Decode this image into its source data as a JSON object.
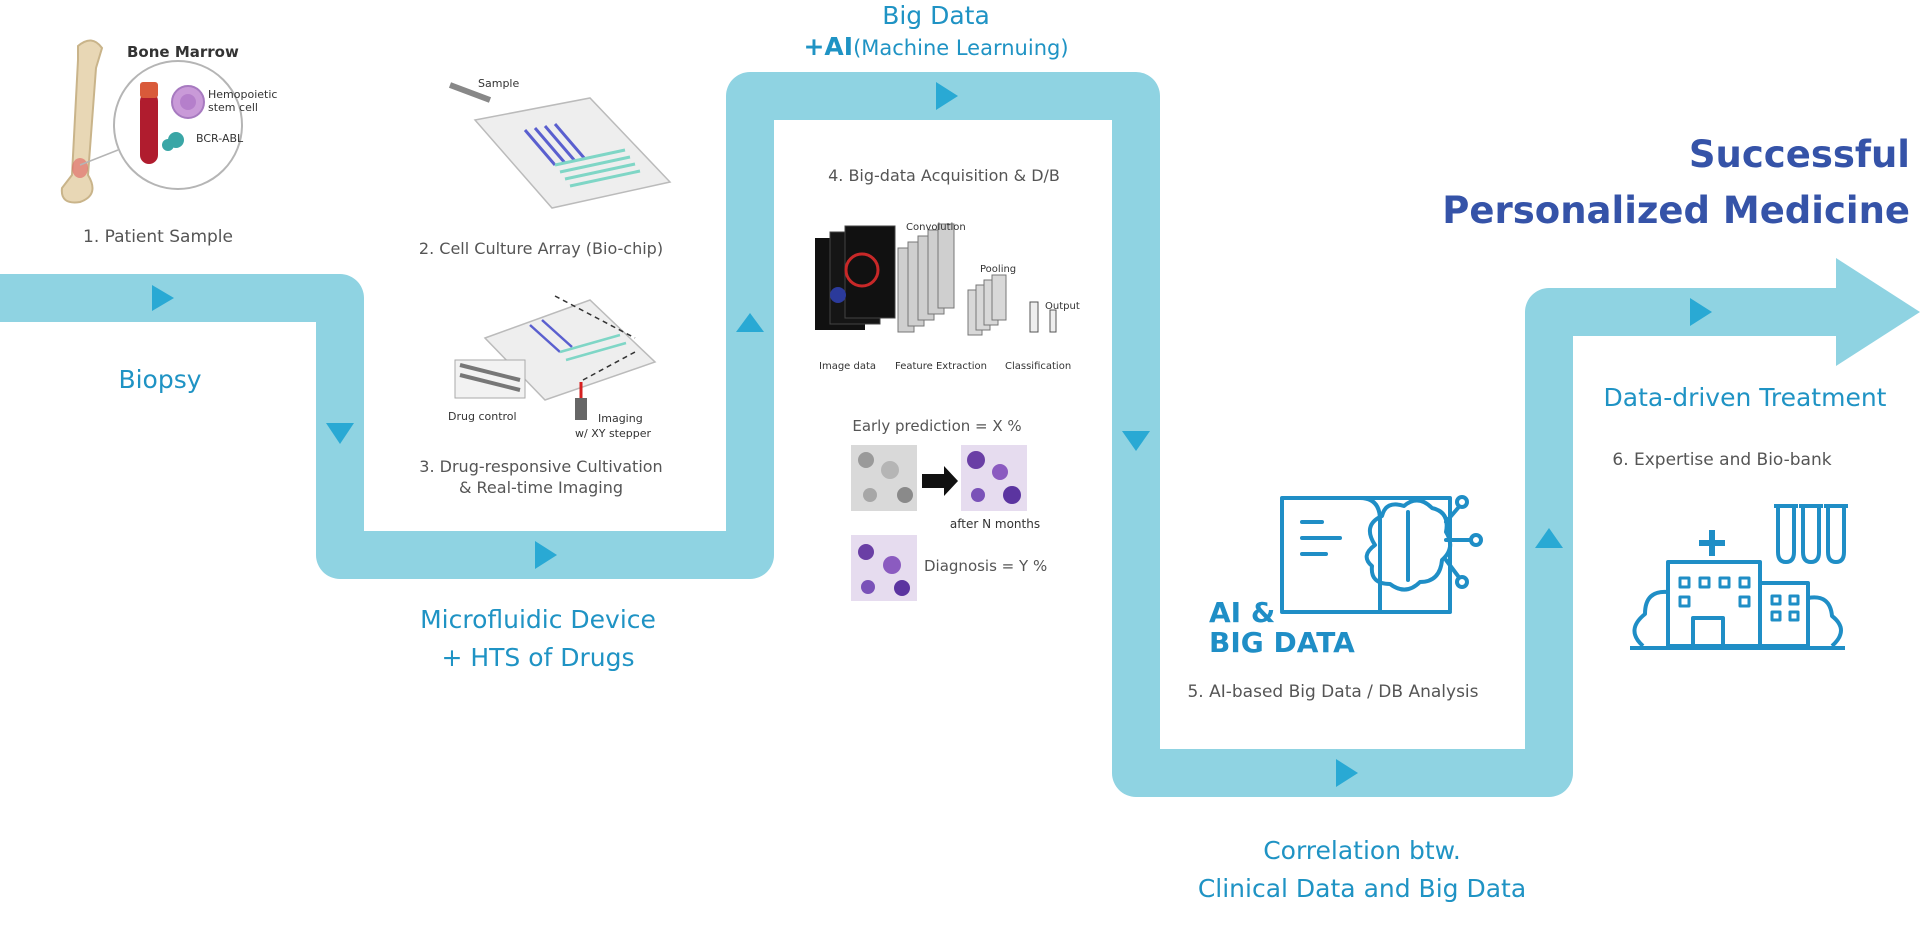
{
  "phases": {
    "biopsy": "Biopsy",
    "microfluidic_line1": "Microfluidic Device",
    "microfluidic_line2": "+ HTS of Drugs",
    "bigdata_line1": "Big Data",
    "bigdata_line2_bold": "+AI",
    "bigdata_line2_rest": "(Machine Learnuing)",
    "correlation_line1": "Correlation btw.",
    "correlation_line2": "Clinical Data and Big Data",
    "treatment": "Data-driven Treatment"
  },
  "steps": {
    "step1": "1. Patient Sample",
    "step2": "2. Cell Culture Array (Bio-chip)",
    "step3_line1": "3. Drug-responsive Cultivation",
    "step3_line2": "& Real-time Imaging",
    "step4": "4. Big-data Acquisition & D/B",
    "step5": "5. AI-based Big Data / DB Analysis",
    "step6": "6. Expertise and Bio-bank"
  },
  "outcome": {
    "line1": "Successful",
    "line2": "Personalized Medicine"
  },
  "illustrations": {
    "bone_marrow": {
      "title": "Bone Marrow",
      "hsc_line1": "Hemopoietic",
      "hsc_line2": "stem cell",
      "bcr_abl": "BCR-ABL"
    },
    "biochip": {
      "sample": "Sample"
    },
    "imaging": {
      "drug_control": "Drug control",
      "imaging_line1": "Imaging",
      "imaging_line2": "w/ XY stepper"
    },
    "cnn": {
      "convolution": "Convolution",
      "pooling": "Pooling",
      "output": "Output",
      "image_data": "Image data",
      "feature_extraction": "Feature Extraction",
      "classification": "Classification"
    },
    "prediction": {
      "early": "Early prediction = X %",
      "after": "after N months",
      "diagnosis": "Diagnosis = Y %"
    },
    "ai_logo": {
      "line1": "AI &",
      "line2": "BIG DATA"
    }
  },
  "colors": {
    "path": "#8fd3e2",
    "arrowhead": "#29a9d4",
    "phase_text": "#1f93c4",
    "outcome_text": "#3553a8",
    "icon": "#1f8ec6"
  }
}
